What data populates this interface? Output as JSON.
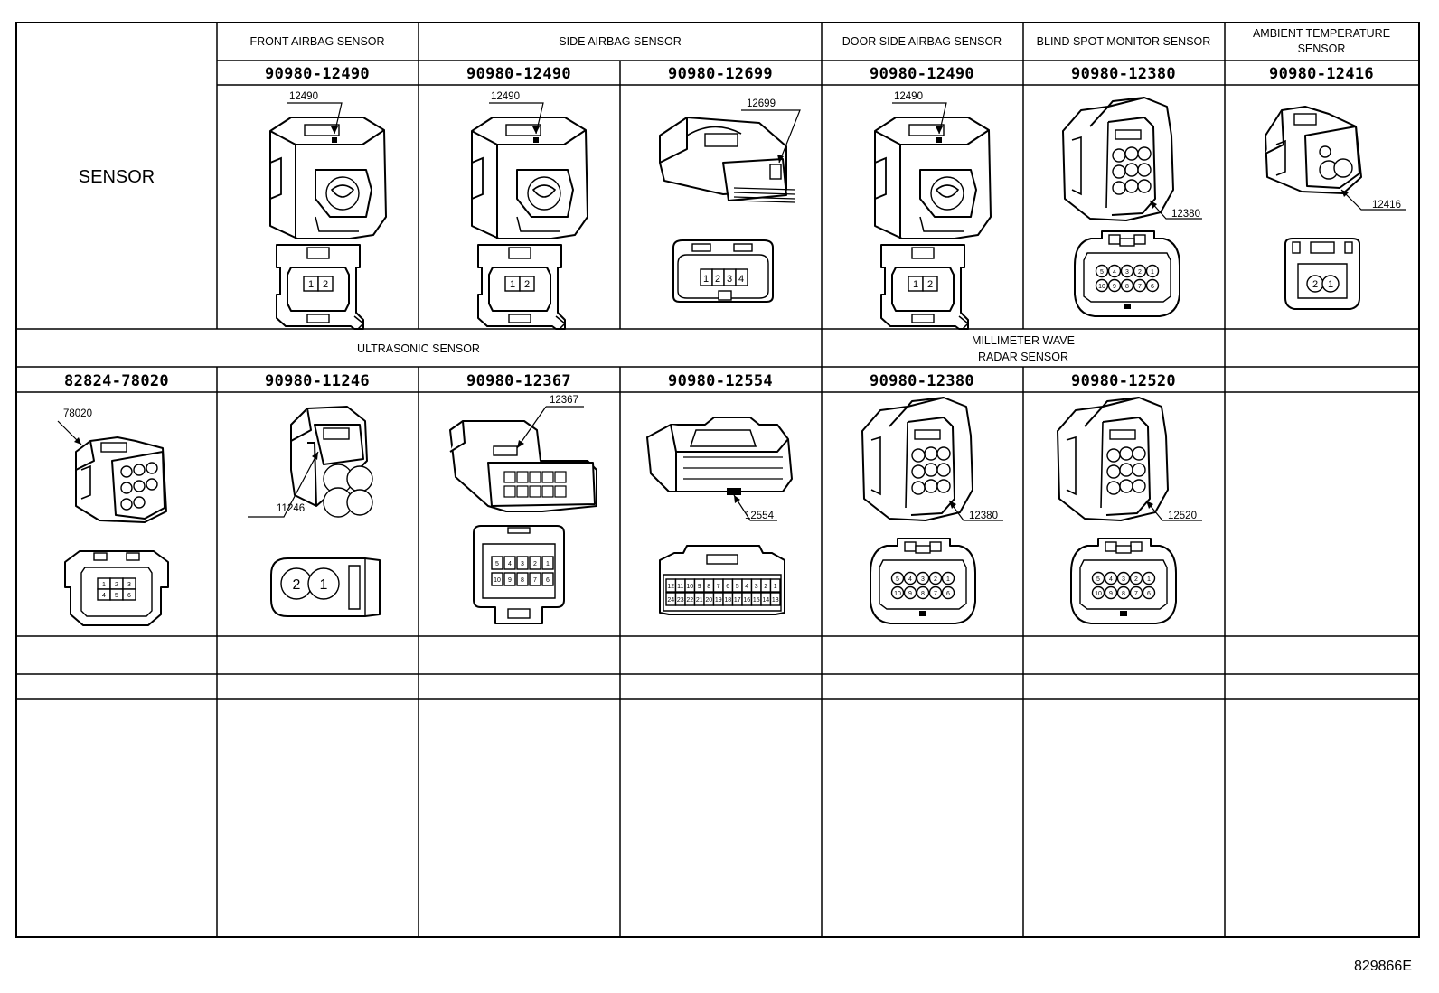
{
  "table": {
    "row_label": "SENSOR",
    "row1": {
      "groups": [
        {
          "title_lines": [
            "FRONT AIRBAG SENSOR"
          ]
        },
        {
          "title_lines": [
            "SIDE AIRBAG SENSOR"
          ]
        },
        {
          "title_lines": [
            "DOOR SIDE AIRBAG SENSOR"
          ]
        },
        {
          "title_lines": [
            "BLIND SPOT MONITOR SENSOR"
          ]
        },
        {
          "title_lines": [
            "AMBIENT TEMPERATURE",
            "SENSOR"
          ]
        }
      ],
      "parts": [
        {
          "pn": "90980-12490",
          "ref": "12490",
          "type": "airbag",
          "pins": [
            "1",
            "2"
          ]
        },
        {
          "pn": "90980-12490",
          "ref": "12490",
          "type": "airbag",
          "pins": [
            "1",
            "2"
          ]
        },
        {
          "pn": "90980-12699",
          "ref": "12699",
          "type": "lever4",
          "pins": [
            "1",
            "2",
            "3",
            "4"
          ]
        },
        {
          "pn": "90980-12490",
          "ref": "12490",
          "type": "airbag",
          "pins": [
            "1",
            "2"
          ]
        },
        {
          "pn": "90980-12380",
          "ref": "12380",
          "type": "round10",
          "pins": [
            "5",
            "4",
            "3",
            "2",
            "1",
            "10",
            "9",
            "8",
            "7",
            "6"
          ]
        },
        {
          "pn": "90980-12416",
          "ref": "12416",
          "type": "small2",
          "pins": [
            "2",
            "1"
          ]
        }
      ]
    },
    "row2": {
      "groups": [
        {
          "title_lines": [
            "ULTRASONIC SENSOR"
          ]
        },
        {
          "title_lines": [
            "MILLIMETER WAVE",
            "RADAR SENSOR"
          ]
        }
      ],
      "parts": [
        {
          "pn": "82824-78020",
          "ref": "78020",
          "type": "six",
          "pins": [
            "1",
            "2",
            "3",
            "4",
            "5",
            "6"
          ]
        },
        {
          "pn": "90980-11246",
          "ref": "11246",
          "type": "two_round",
          "pins": [
            "2",
            "1"
          ]
        },
        {
          "pn": "90980-12367",
          "ref": "12367",
          "type": "ten_rect",
          "pins": [
            "5",
            "4",
            "3",
            "2",
            "1",
            "10",
            "9",
            "8",
            "7",
            "6"
          ]
        },
        {
          "pn": "90980-12554",
          "ref": "12554",
          "type": "twentyfour",
          "pins": [
            "12",
            "11",
            "10",
            "9",
            "8",
            "7",
            "6",
            "5",
            "4",
            "3",
            "2",
            "1",
            "24",
            "23",
            "22",
            "21",
            "20",
            "19",
            "18",
            "17",
            "16",
            "15",
            "14",
            "13"
          ]
        },
        {
          "pn": "90980-12380",
          "ref": "12380",
          "type": "round10",
          "pins": [
            "5",
            "4",
            "3",
            "2",
            "1",
            "10",
            "9",
            "8",
            "7",
            "6"
          ]
        },
        {
          "pn": "90980-12520",
          "ref": "12520",
          "type": "round10",
          "pins": [
            "5",
            "4",
            "3",
            "2",
            "1",
            "10",
            "9",
            "8",
            "7",
            "6"
          ]
        }
      ]
    }
  },
  "figure_code": "829866E"
}
